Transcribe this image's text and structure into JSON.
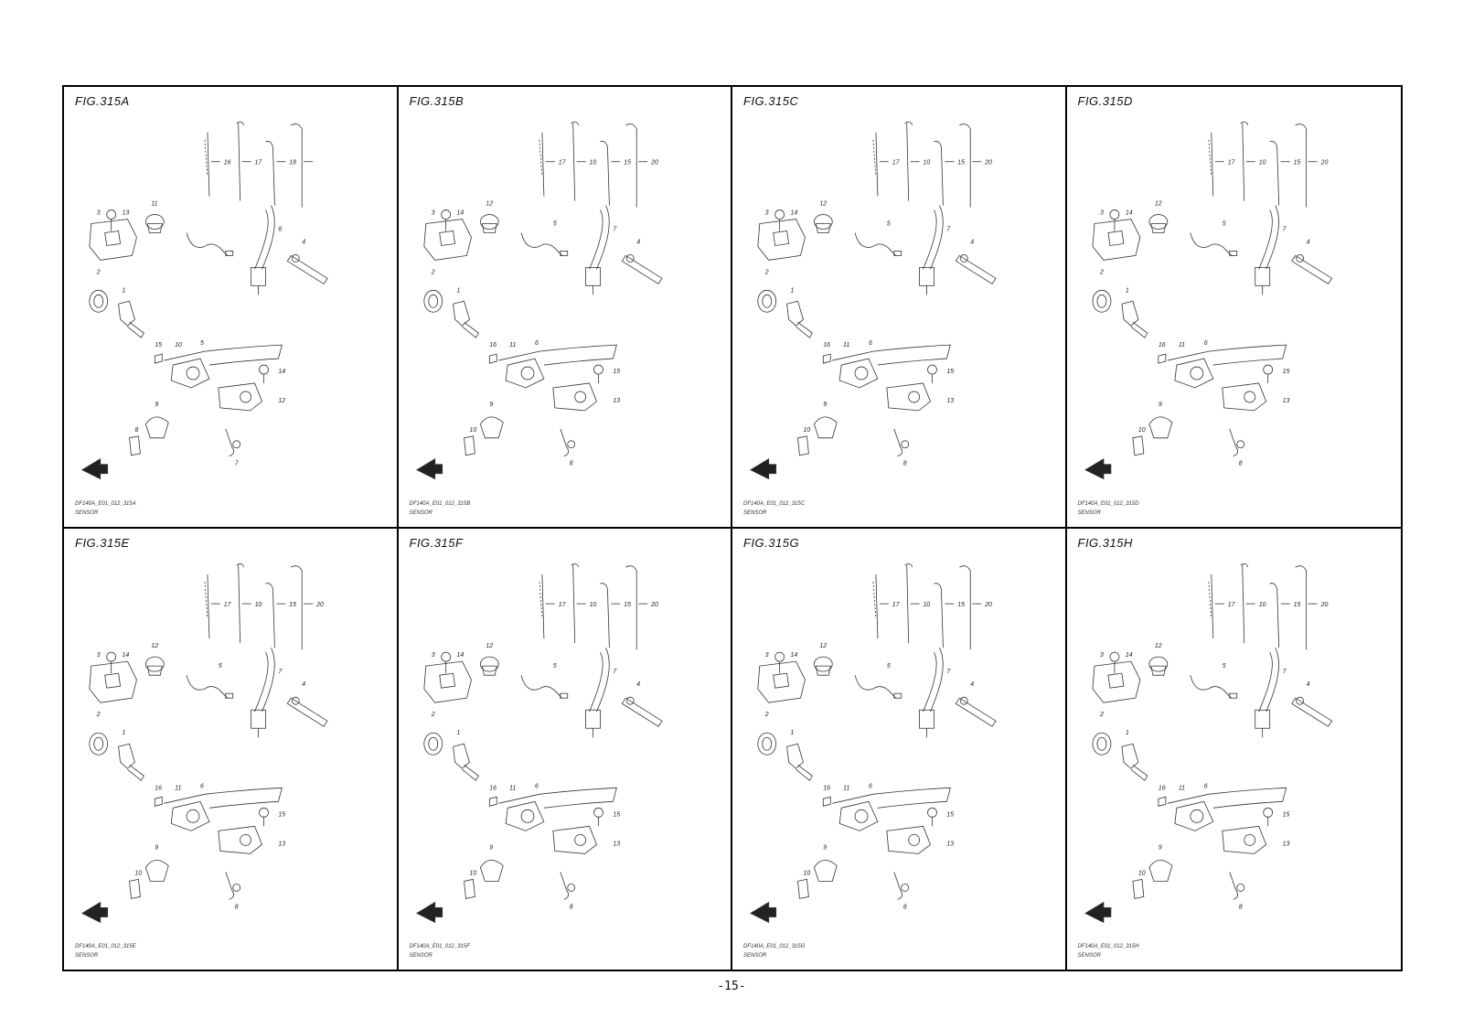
{
  "page_number": "-15-",
  "panels": [
    {
      "title": "FIG.315A",
      "code": "DF140A_E01_012_315A",
      "name": "SENSOR",
      "top_callouts": [
        "16",
        "17",
        "18"
      ],
      "labels": {
        "c3": "3",
        "c13": "13",
        "c11": "11",
        "c6": "6",
        "c4": "4",
        "c2": "2",
        "c1": "1",
        "c15": "15",
        "c10": "10",
        "c5": "5",
        "c14": "14",
        "c12": "12",
        "c9": "9",
        "c8": "8",
        "c7": "7"
      }
    },
    {
      "title": "FIG.315B",
      "code": "DF140A_E01_012_315B",
      "name": "SENSOR",
      "top_callouts": [
        "17",
        "10",
        "15",
        "20"
      ],
      "labels": {
        "c3": "3",
        "c13": "14",
        "c11": "12",
        "c6": "7",
        "c4": "4",
        "c2": "2",
        "c1": "1",
        "c15": "16",
        "c10": "11",
        "c5": "6",
        "c14": "15",
        "c12": "13",
        "c9": "9",
        "c8": "10",
        "c7": "8",
        "c5b": "5"
      }
    },
    {
      "title": "FIG.315C",
      "code": "DF140A_E01_012_315C",
      "name": "SENSOR",
      "top_callouts": [
        "17",
        "10",
        "15",
        "20"
      ],
      "labels": {
        "c3": "3",
        "c13": "14",
        "c11": "12",
        "c6": "7",
        "c4": "4",
        "c2": "2",
        "c1": "1",
        "c15": "16",
        "c10": "11",
        "c5": "6",
        "c14": "15",
        "c12": "13",
        "c9": "9",
        "c8": "10",
        "c7": "8",
        "c5b": "5"
      }
    },
    {
      "title": "FIG.315D",
      "code": "DF140A_E01_012_315D",
      "name": "SENSOR",
      "top_callouts": [
        "17",
        "10",
        "15",
        "20"
      ],
      "labels": {
        "c3": "3",
        "c13": "14",
        "c11": "12",
        "c6": "7",
        "c4": "4",
        "c2": "2",
        "c1": "1",
        "c15": "16",
        "c10": "11",
        "c5": "6",
        "c14": "15",
        "c12": "13",
        "c9": "9",
        "c8": "10",
        "c7": "8",
        "c5b": "5"
      }
    },
    {
      "title": "FIG.315E",
      "code": "DF140A_E01_012_315E",
      "name": "SENSOR",
      "top_callouts": [
        "17",
        "10",
        "15",
        "20"
      ],
      "labels": {
        "c3": "3",
        "c13": "14",
        "c11": "12",
        "c6": "7",
        "c4": "4",
        "c2": "2",
        "c1": "1",
        "c15": "16",
        "c10": "11",
        "c5": "6",
        "c14": "15",
        "c12": "13",
        "c9": "9",
        "c8": "10",
        "c7": "8",
        "c5b": "5"
      }
    },
    {
      "title": "FIG.315F",
      "code": "DF140A_E01_012_315F",
      "name": "SENSOR",
      "top_callouts": [
        "17",
        "10",
        "15",
        "20"
      ],
      "labels": {
        "c3": "3",
        "c13": "14",
        "c11": "12",
        "c6": "7",
        "c4": "4",
        "c2": "2",
        "c1": "1",
        "c15": "16",
        "c10": "11",
        "c5": "6",
        "c14": "15",
        "c12": "13",
        "c9": "9",
        "c8": "10",
        "c7": "8",
        "c5b": "5"
      }
    },
    {
      "title": "FIG.315G",
      "code": "DF140A_E01_012_315G",
      "name": "SENSOR",
      "top_callouts": [
        "17",
        "10",
        "15",
        "20"
      ],
      "labels": {
        "c3": "3",
        "c13": "14",
        "c11": "12",
        "c6": "7",
        "c4": "4",
        "c2": "2",
        "c1": "1",
        "c15": "16",
        "c10": "11",
        "c5": "6",
        "c14": "15",
        "c12": "13",
        "c9": "9",
        "c8": "10",
        "c7": "8",
        "c5b": "5"
      }
    },
    {
      "title": "FIG.315H",
      "code": "DF140A_E01_012_315H",
      "name": "SENSOR",
      "top_callouts": [
        "17",
        "10",
        "15",
        "20"
      ],
      "labels": {
        "c3": "3",
        "c13": "14",
        "c11": "12",
        "c6": "7",
        "c4": "4",
        "c2": "2",
        "c1": "1",
        "c15": "16",
        "c10": "11",
        "c5": "6",
        "c14": "15",
        "c12": "13",
        "c9": "9",
        "c8": "10",
        "c7": "8",
        "c5b": "5"
      }
    }
  ]
}
